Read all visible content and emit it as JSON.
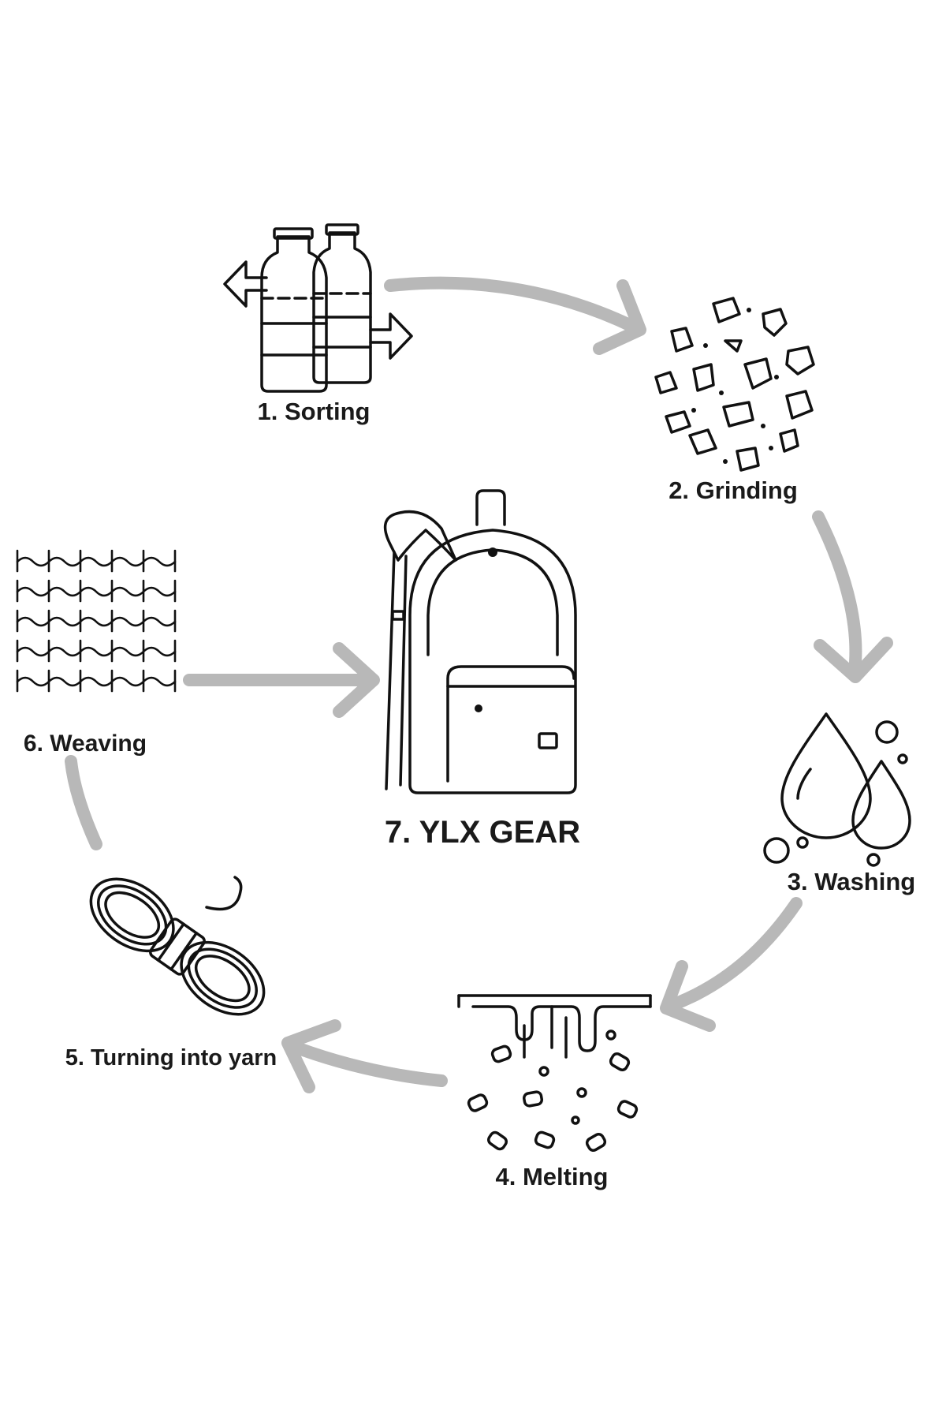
{
  "steps": [
    {
      "id": "sorting",
      "label": "1. Sorting",
      "icon": "plastic-bottles-icon"
    },
    {
      "id": "grinding",
      "label": "2. Grinding",
      "icon": "plastic-flakes-icon"
    },
    {
      "id": "washing",
      "label": "3. Washing",
      "icon": "water-drops-icon"
    },
    {
      "id": "melting",
      "label": "4. Melting",
      "icon": "melting-pellets-icon"
    },
    {
      "id": "yarn",
      "label": "5. Turning into yarn",
      "icon": "yarn-skein-icon"
    },
    {
      "id": "weaving",
      "label": "6. Weaving",
      "icon": "woven-fabric-icon"
    },
    {
      "id": "gear",
      "label": "7. YLX GEAR",
      "icon": "backpack-icon"
    }
  ],
  "colors": {
    "arrow": "#b8b8b8",
    "ink": "#111111",
    "background": "#ffffff"
  }
}
